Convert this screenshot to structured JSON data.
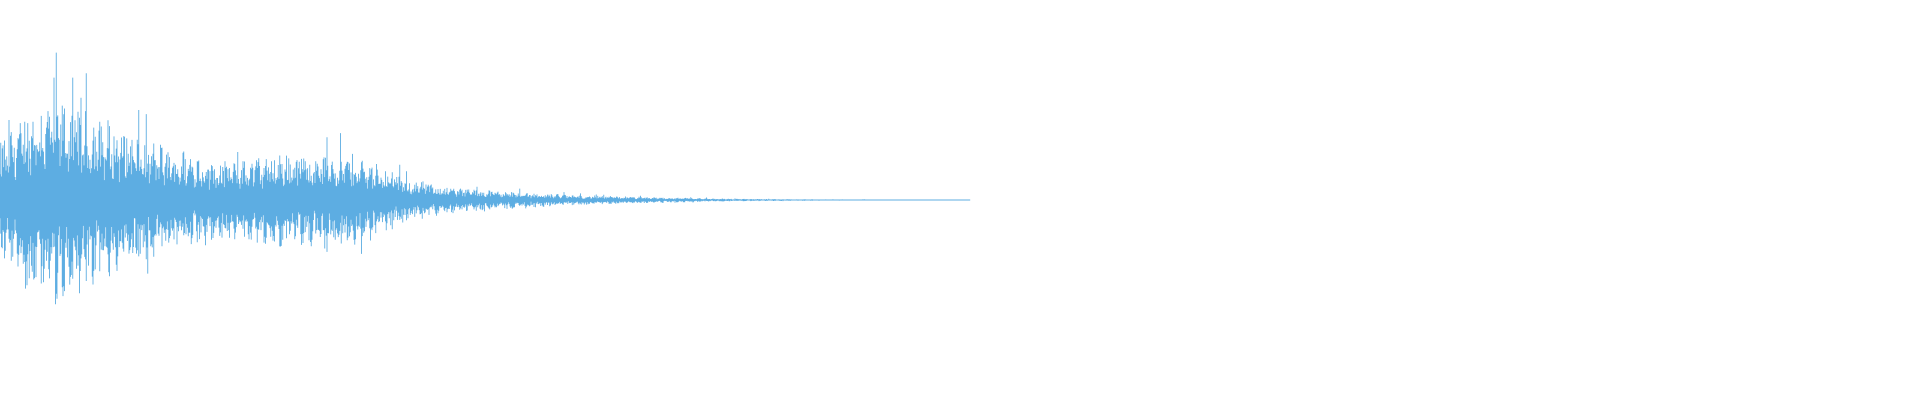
{
  "waveform": {
    "color": "#5dade2",
    "background": "#ffffff",
    "visible_fraction_of_timeline": 0.505,
    "envelope": [
      {
        "t": 0.0,
        "amp": 0.55
      },
      {
        "t": 0.03,
        "amp": 0.9
      },
      {
        "t": 0.06,
        "amp": 1.0
      },
      {
        "t": 0.1,
        "amp": 0.8
      },
      {
        "t": 0.14,
        "amp": 0.62
      },
      {
        "t": 0.18,
        "amp": 0.48
      },
      {
        "t": 0.24,
        "amp": 0.38
      },
      {
        "t": 0.28,
        "amp": 0.45
      },
      {
        "t": 0.34,
        "amp": 0.47
      },
      {
        "t": 0.38,
        "amp": 0.4
      },
      {
        "t": 0.42,
        "amp": 0.2
      },
      {
        "t": 0.47,
        "amp": 0.12
      },
      {
        "t": 0.53,
        "amp": 0.08
      },
      {
        "t": 0.6,
        "amp": 0.045
      },
      {
        "t": 0.68,
        "amp": 0.025
      },
      {
        "t": 0.76,
        "amp": 0.012
      },
      {
        "t": 0.85,
        "amp": 0.006
      },
      {
        "t": 0.93,
        "amp": 0.003
      },
      {
        "t": 1.0,
        "amp": 0.001
      }
    ]
  }
}
